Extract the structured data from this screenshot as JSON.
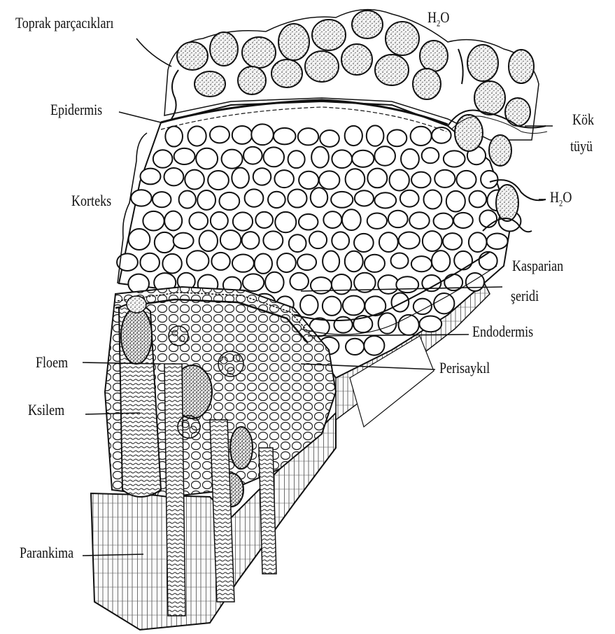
{
  "labels": {
    "soil": "Toprak parçacıkları",
    "h2o_top_1": "H",
    "h2o_top_sub": "2",
    "h2o_top_2": "O",
    "epidermis": "Epidermis",
    "root_hair_1": "Kök",
    "root_hair_2": "tüyü",
    "h2o_right_1": "H",
    "h2o_right_sub": "2",
    "h2o_right_2": "O",
    "cortex": "Korteks",
    "casparian_1": "Kasparian",
    "casparian_2": "şeridi",
    "endodermis": "Endodermis",
    "phloem": "Floem",
    "pericycle": "Perisaykıl",
    "xylem": "Ksilem",
    "parenchyma": "Parankima"
  }
}
